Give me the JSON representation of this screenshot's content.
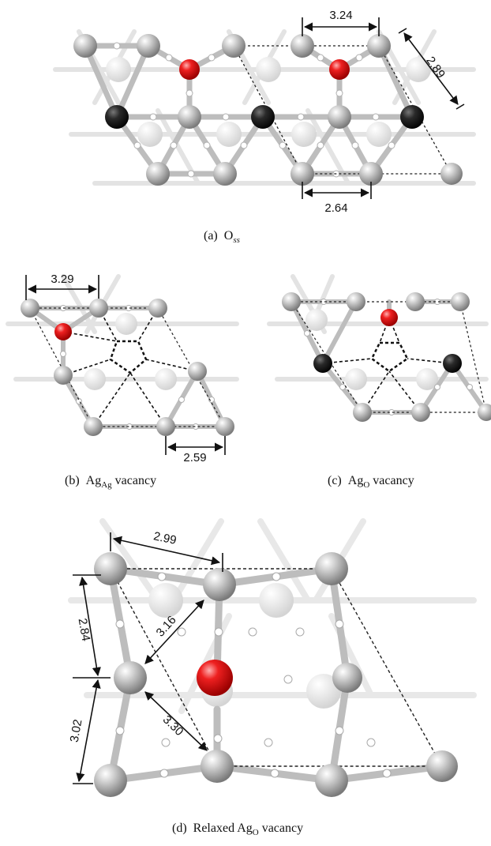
{
  "panels": {
    "a": {
      "caption_prefix": "(a)",
      "caption_main": "O",
      "caption_sub": "ss",
      "dims": [
        "3.24",
        "2.89",
        "2.64"
      ]
    },
    "b": {
      "caption_prefix": "(b)",
      "caption_main": "Ag",
      "caption_sub": "Ag",
      "caption_suffix": "vacancy",
      "dims": [
        "3.29",
        "2.59"
      ]
    },
    "c": {
      "caption_prefix": "(c)",
      "caption_main": "Ag",
      "caption_sub": "O",
      "caption_suffix": "vacancy"
    },
    "d": {
      "caption_prefix": "(d)",
      "caption_main": "Relaxed Ag",
      "caption_sub": "O",
      "caption_suffix": "vacancy",
      "dims": [
        "2.99",
        "2.84",
        "3.16",
        "3.02",
        "3.30"
      ]
    }
  },
  "colors": {
    "silver": "#a8a8a8",
    "oxygen": "#e01818",
    "dark_atom": "#1a1a1a",
    "bond": "#bdbdbd",
    "faint_bond": "#e2e2e2"
  }
}
